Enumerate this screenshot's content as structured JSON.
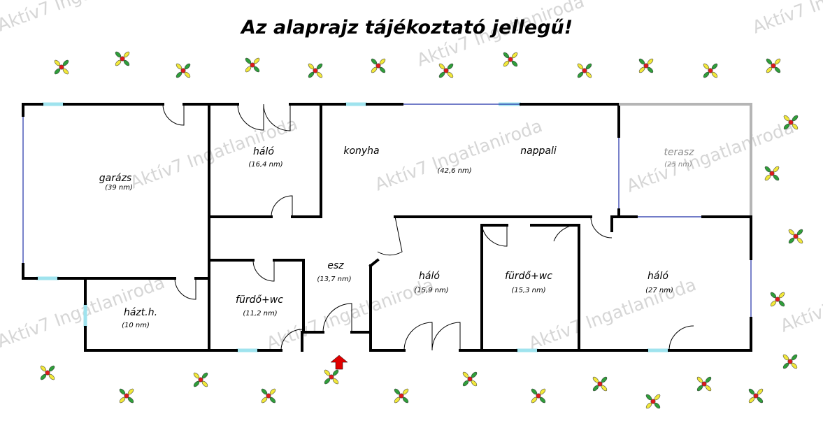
{
  "title": "Az alaprajz tájékoztató jellegű!",
  "watermark": "Aktív7 Ingatlaniroda",
  "colors": {
    "wall": "#000000",
    "terrace_wall": "#b5b5b5",
    "window": "#9fe3ee",
    "window_line": "#1f2fa6",
    "entrance_arrow": "#e00000",
    "flower_leaf": "#2f9e3a",
    "flower_petal": "#f2e83a",
    "flower_center": "#e01a1a"
  },
  "icons": {
    "entrance": "up-arrow-icon",
    "decoration": "flower-icon"
  },
  "rooms": [
    {
      "id": "garazs",
      "name": "garázs",
      "area": "(39 nm)"
    },
    {
      "id": "halo1",
      "name": "háló",
      "area": "(16,4 nm)"
    },
    {
      "id": "konyha",
      "name": "konyha",
      "area": ""
    },
    {
      "id": "nappali",
      "name": "nappali",
      "area": "(42,6 nm)"
    },
    {
      "id": "terasz",
      "name": "terasz",
      "area": "(25 nm)"
    },
    {
      "id": "esz",
      "name": "esz",
      "area": "(13,7 nm)"
    },
    {
      "id": "halo2",
      "name": "háló",
      "area": "(15,9 nm)"
    },
    {
      "id": "furdo2",
      "name": "fürdő+wc",
      "area": "(15,3 nm)"
    },
    {
      "id": "halo3",
      "name": "háló",
      "area": "(27 nm)"
    },
    {
      "id": "hazt",
      "name": "házt.h.",
      "area": "(10 nm)"
    },
    {
      "id": "furdo1",
      "name": "fürdő+wc",
      "area": "(11,2 nm)"
    }
  ]
}
